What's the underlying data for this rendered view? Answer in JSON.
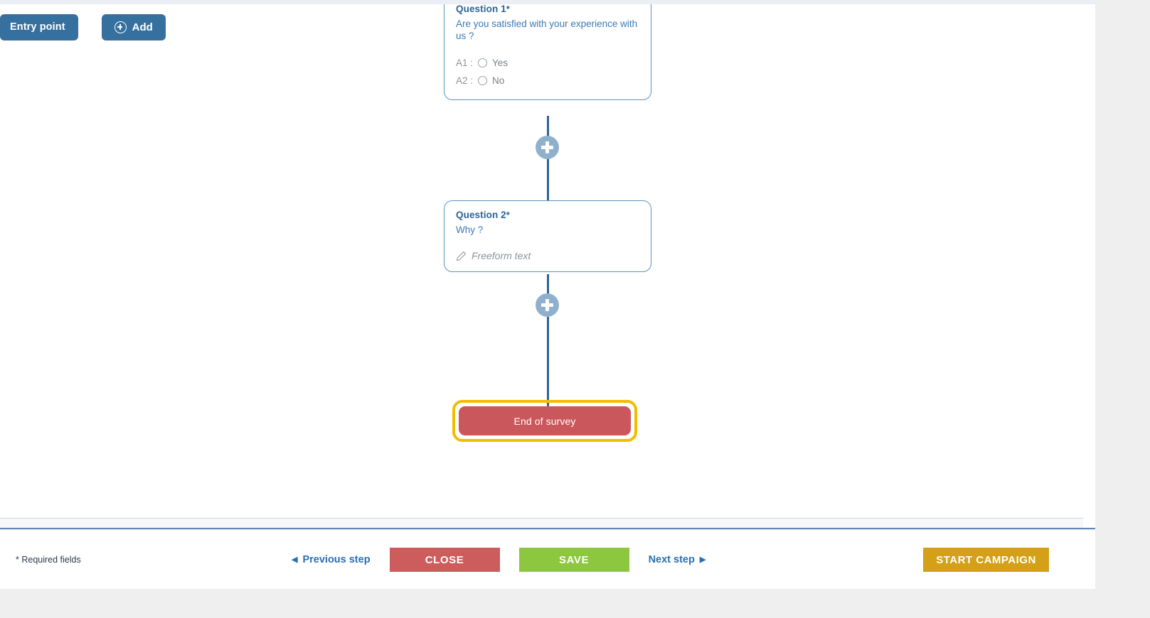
{
  "toolbar": {
    "entry_point_label": "Entry point",
    "add_label": "Add",
    "add_icon": "circle-plus-icon"
  },
  "flow": {
    "nodes": [
      {
        "id": "question-1",
        "title": "Question 1",
        "required_mark": "*",
        "text": "Are you satisfied with your experience with us ?",
        "answers": [
          {
            "key": "A1 :",
            "label": "Yes"
          },
          {
            "key": "A2 :",
            "label": "No"
          }
        ]
      },
      {
        "id": "question-2",
        "title": "Question 2",
        "required_mark": "*",
        "text": "Why ?",
        "freeform_label": "Freeform text",
        "freeform_icon": "pencil-icon"
      }
    ],
    "add_node_icon": "plus-circle-node-icon",
    "end_node": {
      "label": "End of survey",
      "selected": true,
      "highlight_color": "#f2bd00",
      "color": "#c9575c"
    },
    "connector_color": "#2d6499"
  },
  "footer": {
    "required_note": "* Required fields",
    "previous_step": "Previous step",
    "previous_arrow": "◀",
    "next_step": "Next step",
    "next_arrow": "▶",
    "close_label": "CLOSE",
    "save_label": "SAVE",
    "start_campaign_label": "START CAMPAIGN"
  },
  "colors": {
    "primary_blue": "#36709f",
    "card_border": "#5b92c4",
    "close_red": "#cd5c5c",
    "save_green": "#8dc63f",
    "start_gold": "#d4a017",
    "end_red": "#c9575c",
    "highlight_yellow": "#f2bd00"
  },
  "scrollbars": {
    "vertical": "vertical-scrollbar",
    "horizontal": "horizontal-scrollbar"
  }
}
